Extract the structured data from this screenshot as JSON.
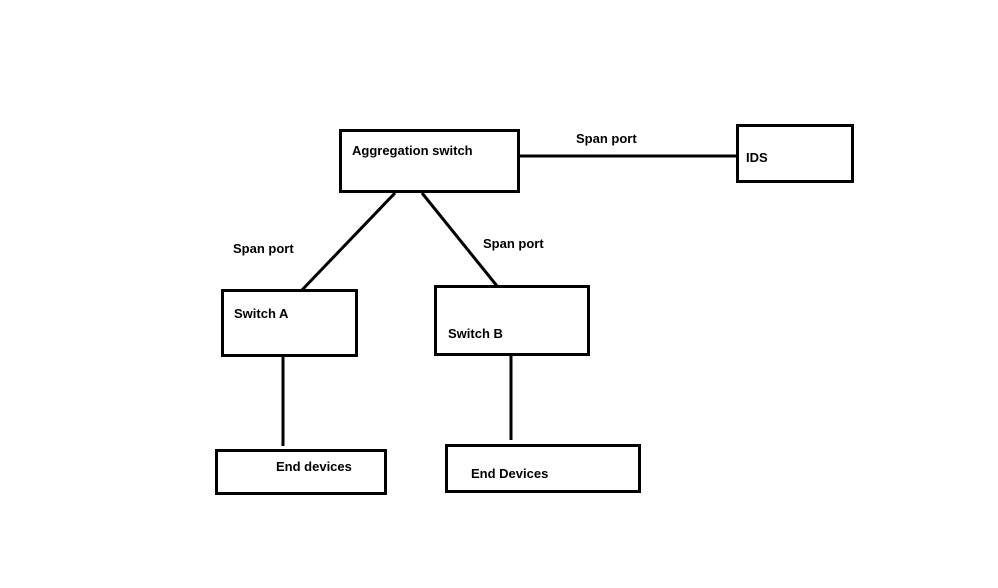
{
  "diagram": {
    "nodes": {
      "aggregation": {
        "label": "Aggregation switch"
      },
      "ids": {
        "label": "IDS"
      },
      "switch_a": {
        "label": "Switch A"
      },
      "switch_b": {
        "label": "Switch B"
      },
      "end_a": {
        "label": "End devices"
      },
      "end_b": {
        "label": "End Devices"
      }
    },
    "edge_labels": {
      "agg_ids": "Span port",
      "agg_switch_a": "Span port",
      "agg_switch_b": "Span port"
    },
    "edges": [
      {
        "from": "aggregation",
        "to": "ids"
      },
      {
        "from": "aggregation",
        "to": "switch_a"
      },
      {
        "from": "aggregation",
        "to": "switch_b"
      },
      {
        "from": "switch_a",
        "to": "end_a"
      },
      {
        "from": "switch_b",
        "to": "end_b"
      }
    ],
    "colors": {
      "line": "#000000",
      "background": "#ffffff"
    }
  }
}
